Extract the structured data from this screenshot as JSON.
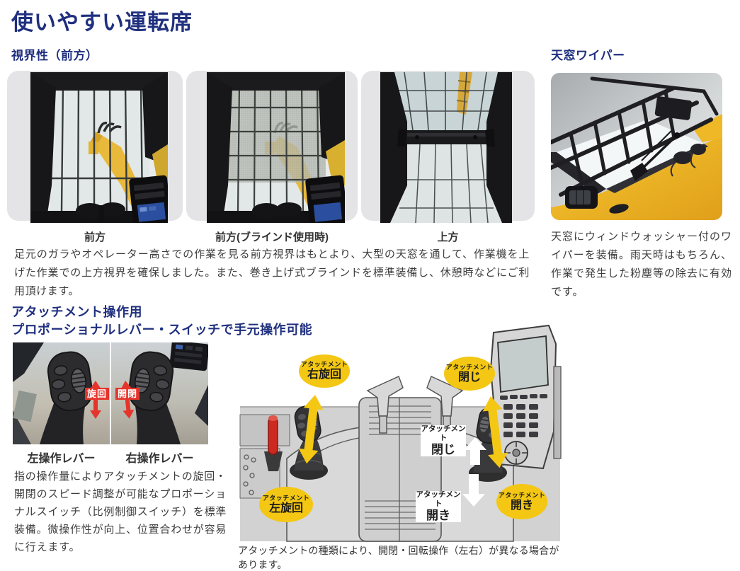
{
  "page": {
    "title": "使いやすい運転席"
  },
  "colors": {
    "accent_blue": "#20307f",
    "label_yellow": "#f3c713",
    "badge_red": "#e5342b",
    "card_gray": "#e4e4e6",
    "diagram_gray": "#d2d2d2"
  },
  "visibility": {
    "heading": "視界性（前方）",
    "photos": [
      {
        "caption": "前方"
      },
      {
        "caption": "前方(ブラインド使用時)"
      },
      {
        "caption": "上方"
      }
    ],
    "body": "足元のガラやオペレーター高さでの作業を見る前方視界はもとより、大型の天窓を通して、作業機を上げた作業での上方視界を確保しました。また、巻き上げ式ブラインドを標準装備し、休憩時などにご利用頂けます。"
  },
  "wiper": {
    "heading": "天窓ワイパー",
    "body": "天窓にウィンドウォッシャー付のワイパーを装備。雨天時はもちろん、作業で発生した粉塵等の除去に有効です。"
  },
  "attachment": {
    "heading_line1": "アタッチメント操作用",
    "heading_line2": "プロポーショナルレバー・スイッチで手元操作可能",
    "lever_photo": {
      "left_badge": "旋回",
      "right_badge": "開閉",
      "left_caption": "左操作レバー",
      "right_caption": "右操作レバー"
    },
    "body": "指の操作量によりアタッチメントの旋回・開閉のスピード調整が可能なプロポーショナルスイッチ（比例制御スイッチ）を標準装備。微操作性が向上、位置合わせが容易に行えます。",
    "diagram": {
      "labels": {
        "right_swing": {
          "line1": "アタッチメント",
          "line2": "右旋回"
        },
        "close_bubble": {
          "line1": "アタッチメント",
          "line2": "閉じ"
        },
        "close_box": {
          "line1": "アタッチメント",
          "line2": "閉じ"
        },
        "left_swing": {
          "line1": "アタッチメント",
          "line2": "左旋回"
        },
        "open_box": {
          "line1": "アタッチメント",
          "line2": "開き"
        },
        "open_bubble": {
          "line1": "アタッチメント",
          "line2": "開き"
        }
      },
      "note": "アタッチメントの種類により、開閉・回転操作（左右）が異なる場合があります。"
    }
  }
}
